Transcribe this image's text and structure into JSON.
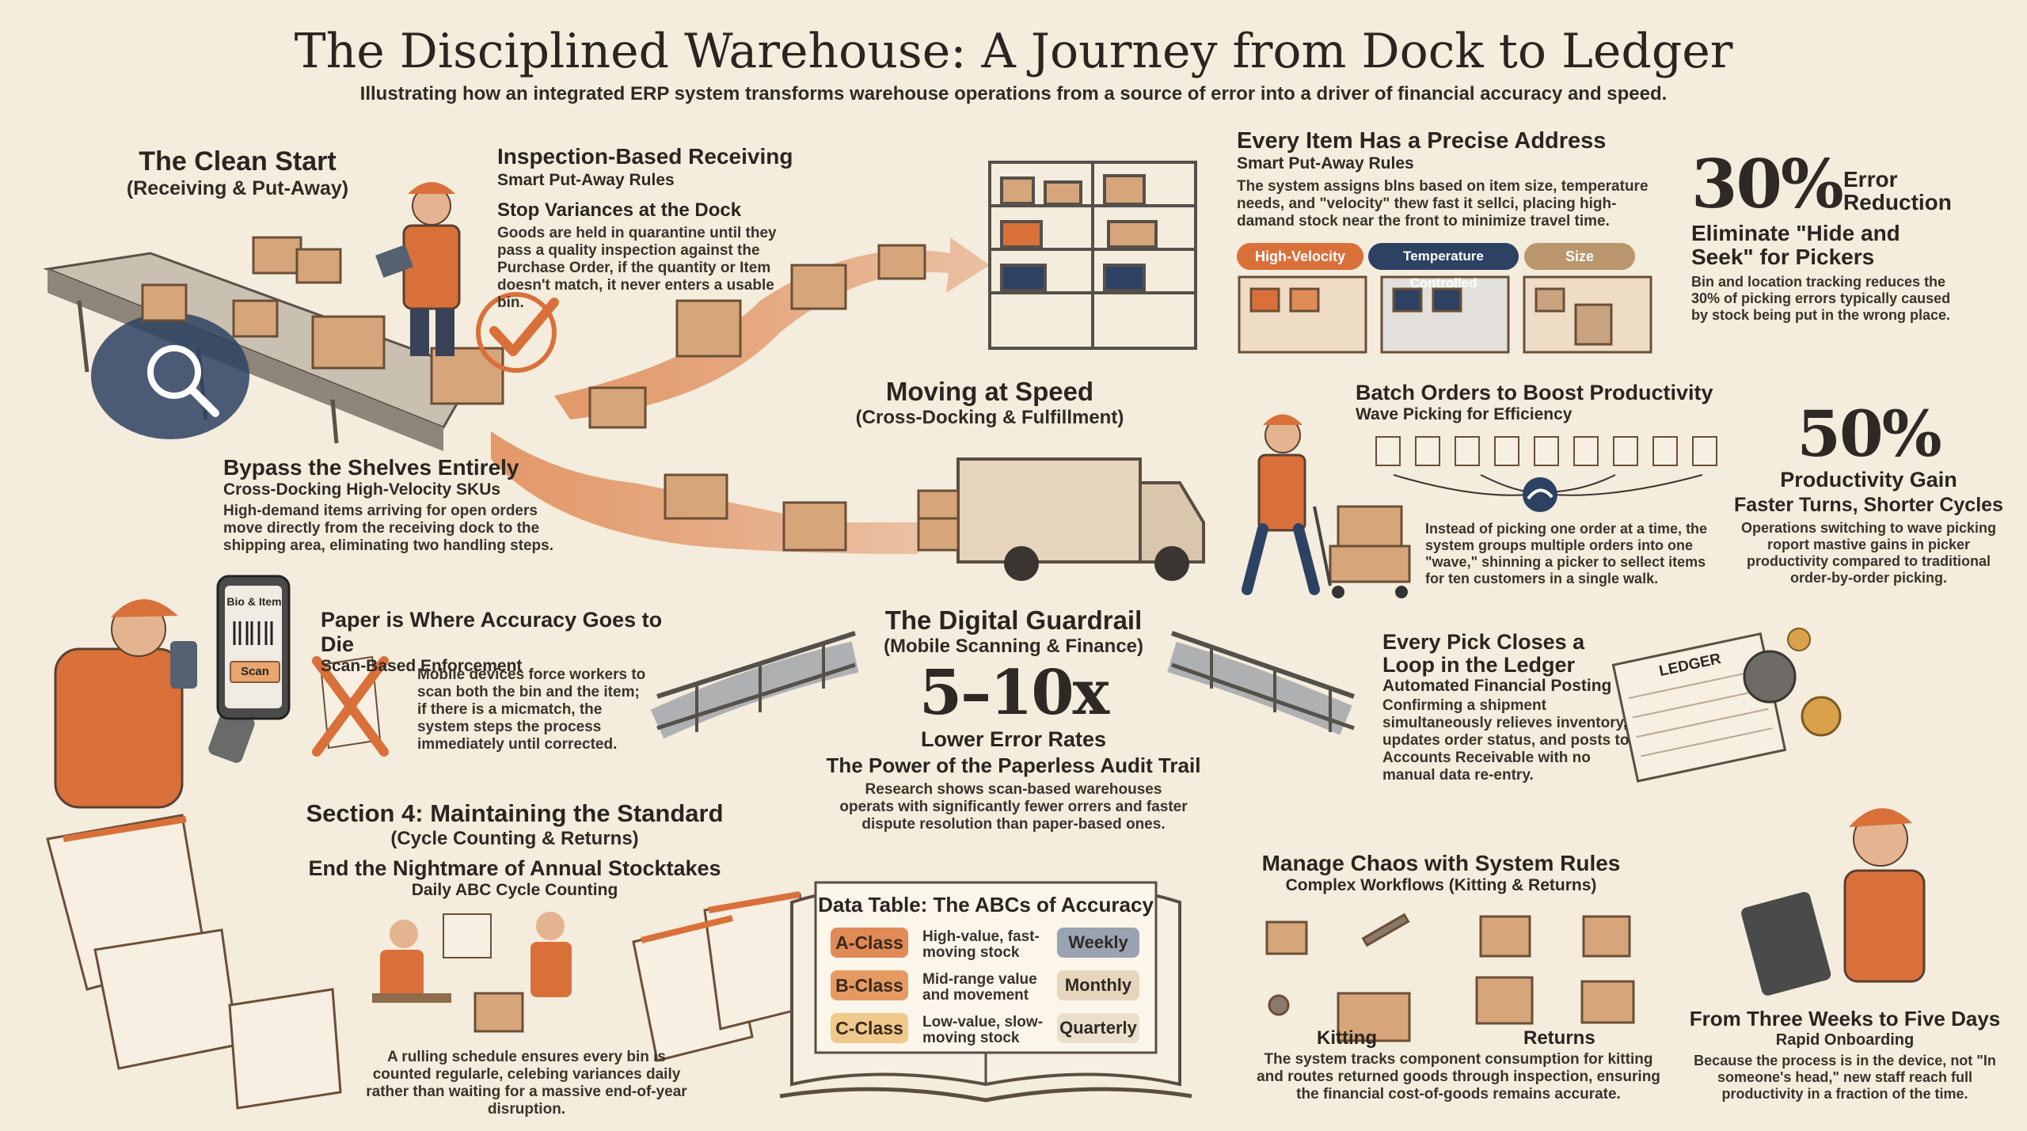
{
  "header": {
    "title": "The Disciplined Warehouse: A Journey from Dock to Ledger",
    "subtitle": "Illustrating how an integrated ERP system transforms warehouse operations from a source of error into a driver of financial accuracy and speed."
  },
  "clean_start": {
    "title": "The Clean Start",
    "subtitle": "(Receiving & Put-Away)"
  },
  "inspection": {
    "title": "Inspection-Based Receiving",
    "subtitle": "Smart Put-Away Rules",
    "heading": "Stop Variances at the Dock",
    "body": "Goods are held in quarantine until they pass a quality inspection against the Purchase Order, if the quantity or Item doesn't match, it never enters a usable bin."
  },
  "address": {
    "title": "Every Item Has a Precise Address",
    "subtitle": "Smart Put-Away Rules",
    "body": "The system assigns blns based on item size, temperature needs, and \"velocity\" thew fast it sellci, placing high-damand stock near the front to minimize travel time.",
    "tags": [
      "High-Velocity",
      "Temperature Controlled",
      "Size"
    ]
  },
  "error_reduction": {
    "stat": "30%",
    "stat_label": "Error Reduction",
    "title": "Eliminate \"Hide and Seek\" for Pickers",
    "body": "Bin and location tracking reduces the 30% of picking errors typically caused by stock being put in the wrong place."
  },
  "bypass": {
    "title": "Bypass the Shelves Entirely",
    "subtitle": "Cross-Docking High-Velocity SKUs",
    "body": "High-demand items arriving for open orders move directly from the receiving dock to the shipping area, eliminating two handling steps."
  },
  "speed": {
    "title": "Moving at Speed",
    "subtitle": "(Cross-Docking & Fulfillment)"
  },
  "batch": {
    "title": "Batch Orders to Boost Productivity",
    "subtitle": "Wave Picking for Efficiency",
    "body": "Instead of picking one order at a time, the system groups multiple orders into one \"wave,\" shinning a picker to sellect items for ten customers in a single walk."
  },
  "productivity": {
    "stat": "50%",
    "stat_label": "Productivity Gain",
    "title": "Faster Turns, Shorter Cycles",
    "body": "Operations switching to wave picking roport mastive gains in picker productivity compared to traditional order-by-order picking."
  },
  "device": {
    "label": "Bio & Item",
    "button": "Scan"
  },
  "paper": {
    "title": "Paper is Where Accuracy Goes to Die",
    "subtitle": "Scan-Based Enforcement",
    "body": "Mobile devices force workers to scan both the bin and the item; if there is a micmatch, the system steps the process immediately until corrected."
  },
  "guardrail": {
    "title": "The Digital Guardrail",
    "subtitle": "(Mobile Scanning & Finance)",
    "stat": "5–10x",
    "stat_label": "Lower Error Rates",
    "heading": "The Power of the Paperless Audit Trail",
    "body": "Research shows scan-based warehouses operats with significantly fewer orrers and faster dispute resolution than paper-based ones."
  },
  "ledger": {
    "title": "Every Pick Closes a Loop in the Ledger",
    "subtitle": "Automated Financial Posting",
    "body": "Confirming a shipment simultaneously relieves inventory, updates order status, and posts to Accounts Receivable with no manual data re-entry.",
    "book_label": "LEDGER"
  },
  "section4": {
    "title": "Section 4: Maintaining the Standard",
    "subtitle": "(Cycle Counting & Returns)",
    "heading": "End the Nightmare of Annual Stocktakes",
    "heading_sub": "Daily ABC Cycle Counting",
    "body": "A rulling schedule ensures every bin is counted regularle, celebing variances daily rather than waiting for a massive end-of-year disruption."
  },
  "table": {
    "title": "Data Table: The ABCs of Accuracy",
    "rows": [
      {
        "cls": "A-Class",
        "desc": "High-value, fast-moving stock",
        "freq": "Weekly"
      },
      {
        "cls": "B-Class",
        "desc": "Mid-range value and movement",
        "freq": "Monthly"
      },
      {
        "cls": "C-Class",
        "desc": "Low-value, slow-moving stock",
        "freq": "Quarterly"
      }
    ]
  },
  "chaos": {
    "title": "Manage Chaos with System Rules",
    "subtitle": "Complex Workflows (Kitting & Returns)",
    "kitting": "Kitting",
    "returns": "Returns",
    "body": "The system tracks component consumption for kitting and routes returned goods through inspection, ensuring the financial cost-of-goods remains accurate."
  },
  "onboarding": {
    "title": "From Three Weeks to Five Days",
    "subtitle": "Rapid Onboarding",
    "body": "Because the process is in the device, not \"In someone's head,\" new staff reach full productivity in a fraction of the time."
  },
  "colors": {
    "orange": "#d9703a",
    "navy": "#2d4263",
    "tan": "#b9966c",
    "paper": "#f4ecdc",
    "ink": "#2b2620"
  }
}
